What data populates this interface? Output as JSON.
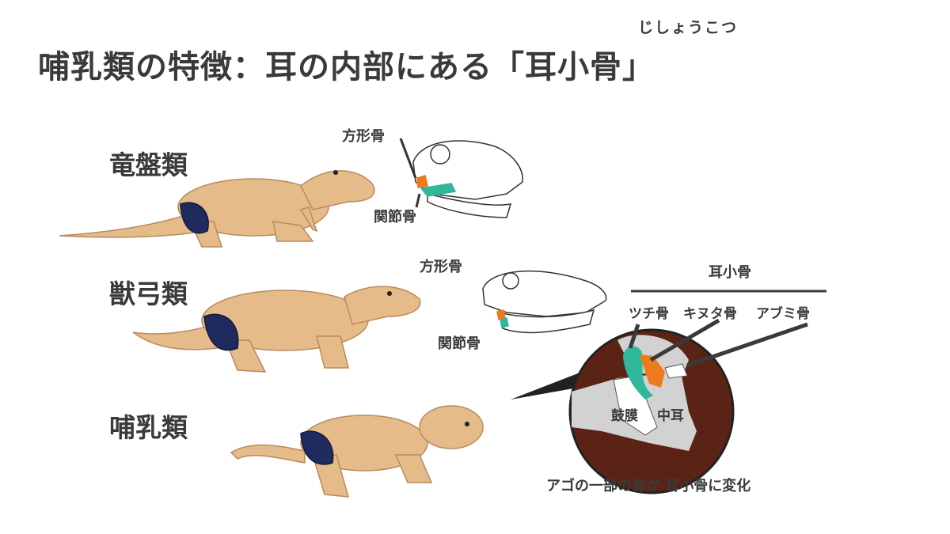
{
  "title": "哺乳類の特徴：耳の内部にある「耳小骨」",
  "title_ruby": "じしょうこつ",
  "groups": [
    {
      "name": "竜盤類",
      "labels": {
        "quadrate": "方形骨",
        "articular": "関節骨"
      }
    },
    {
      "name": "獣弓類",
      "labels": {
        "quadrate": "方形骨",
        "articular": "関節骨"
      }
    },
    {
      "name": "哺乳類"
    }
  ],
  "ossicles": {
    "heading": "耳小骨",
    "malleus": "ツチ骨",
    "incus": "キヌタ骨",
    "stapes": "アブミ骨",
    "eardrum": "鼓膜",
    "middle_ear": "中耳"
  },
  "caption": "アゴの一部の骨が 耳小骨に変化",
  "colors": {
    "text": "#3a3a3a",
    "skin": "#e6bb8a",
    "briefs": "#1f2b5e",
    "inset_bg": "#5b2315",
    "teal": "#2fb89a",
    "orange": "#ef7a1c",
    "bone_gray": "#d2d2d2"
  }
}
